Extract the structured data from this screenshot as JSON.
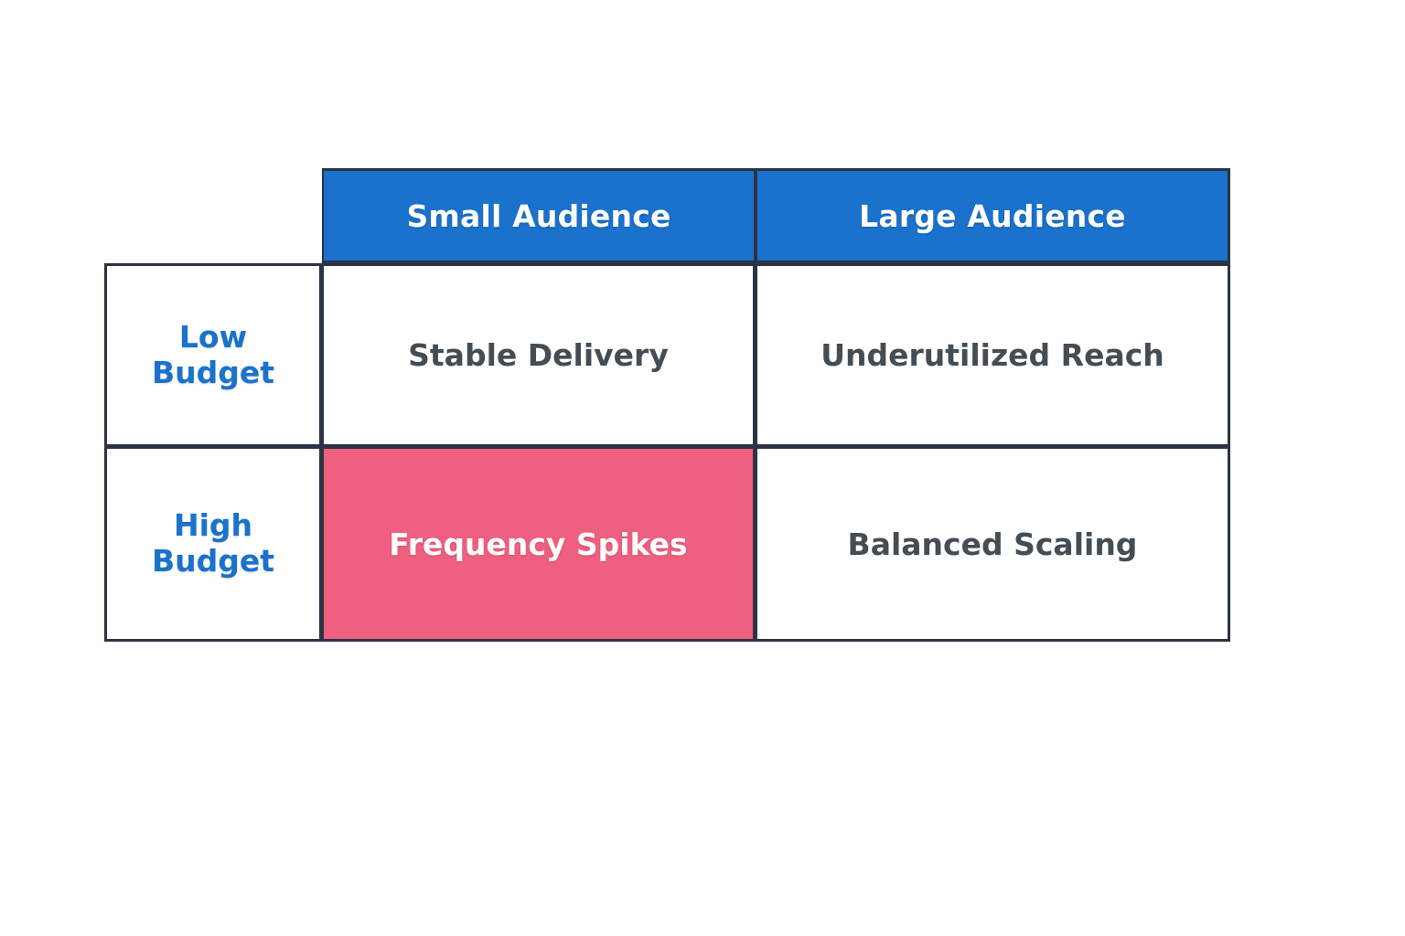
{
  "matrix": {
    "title_row_label": "",
    "columns": [
      {
        "label": "Small Audience",
        "name": "small-audience"
      },
      {
        "label": "Large Audience",
        "name": "large-audience"
      }
    ],
    "rows": [
      {
        "label_line1": "Low",
        "label_line2": "Budget",
        "name": "low-budget",
        "cells": [
          {
            "label": "Stable Delivery",
            "highlight": false
          },
          {
            "label": "Underutilized Reach",
            "highlight": false
          }
        ]
      },
      {
        "label_line1": "High",
        "label_line2": "Budget",
        "name": "high-budget",
        "cells": [
          {
            "label": "Frequency Spikes",
            "highlight": true
          },
          {
            "label": "Balanced Scaling",
            "highlight": false
          }
        ]
      }
    ],
    "colors": {
      "header_background": "#1a72cc",
      "header_text": "#ffffff",
      "row_label_text": "#1a72cc",
      "cell_text": "#444c54",
      "highlight_background": "#ef5f7f",
      "highlight_text": "#ffffff",
      "border": "#2b3345",
      "page_background": "#ffffff"
    }
  }
}
